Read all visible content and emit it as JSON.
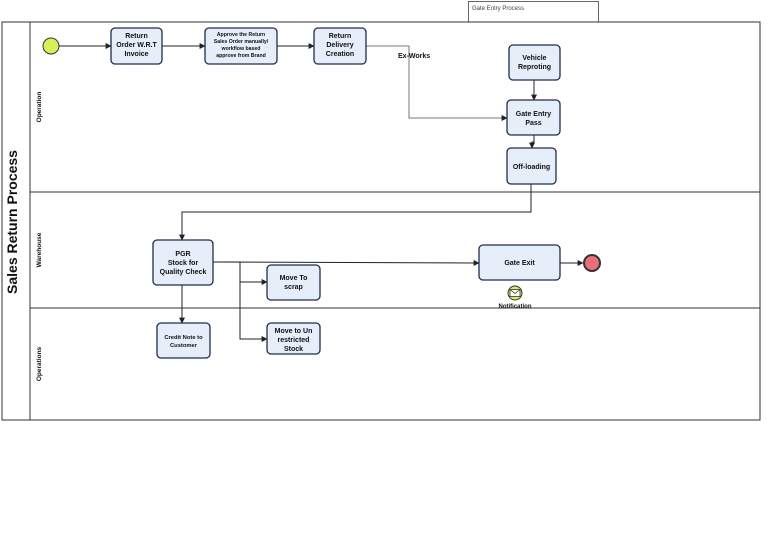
{
  "pool": {
    "title": "Sales Return Process"
  },
  "lanes": [
    {
      "id": "operation",
      "label": "Operation"
    },
    {
      "id": "warehouse",
      "label": "Warehouse"
    },
    {
      "id": "operations",
      "label": "Operations"
    }
  ],
  "annotation": "Gate Entry Process",
  "tasks": {
    "return_order": [
      "Return",
      "Order W.R.T",
      "Invoice"
    ],
    "approve": [
      "Approve the Return",
      "Sales Order manually/",
      "workflow based",
      "approve from Brand"
    ],
    "return_delivery": [
      "Return",
      "Delivery",
      "Creation"
    ],
    "vehicle_reporting": [
      "Vehicle",
      "Reproting"
    ],
    "gate_entry_pass": [
      "Gate Entry",
      "Pass"
    ],
    "off_loading": [
      "Off-loading"
    ],
    "pgr": [
      "PGR",
      "Stock for",
      "Quality Check"
    ],
    "move_to_scrap": [
      "Move To",
      "scrap"
    ],
    "gate_exit": [
      "Gate Exit"
    ],
    "credit_note": [
      "Credit Note to",
      "Customer"
    ],
    "move_unrestricted": [
      "Move to Un",
      "restricted",
      "Stock"
    ]
  },
  "labels": {
    "ex_works": "Ex-Works",
    "notification": "Notification"
  },
  "colors": {
    "task_fill": "#e6eefa",
    "task_stroke": "#1f2d4d",
    "start_fill": "#d6f05a",
    "end_fill": "#e8707a"
  }
}
